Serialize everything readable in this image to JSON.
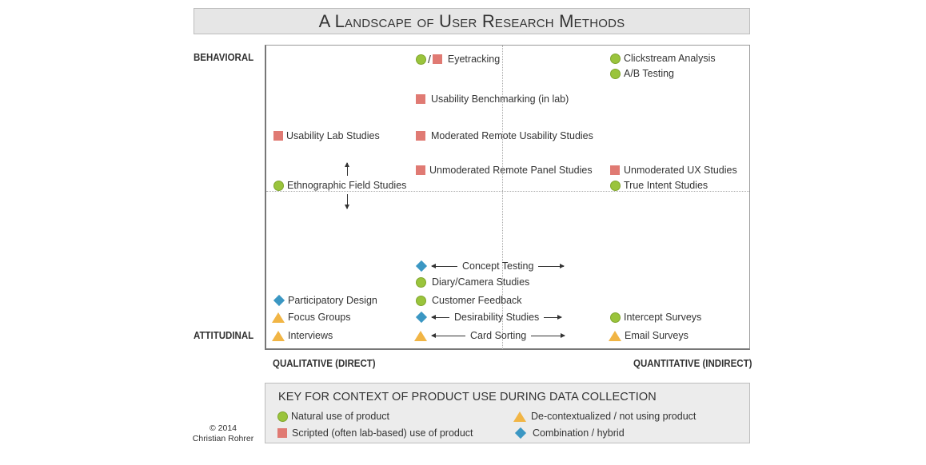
{
  "title": "A Landscape of User Research Methods",
  "axes": {
    "top": "BEHAVIORAL",
    "bottom": "ATTITUDINAL",
    "left": "QUALITATIVE (DIRECT)",
    "right": "QUANTITATIVE (INDIRECT)"
  },
  "methods": {
    "eyetracking": "Eyetracking",
    "clickstream": "Clickstream Analysis",
    "ab_testing": "A/B Testing",
    "usability_benchmarking": "Usability Benchmarking (in lab)",
    "usability_lab": "Usability Lab Studies",
    "moderated_remote": "Moderated Remote Usability Studies",
    "unmoderated_panel": "Unmoderated Remote Panel Studies",
    "unmoderated_ux": "Unmoderated UX Studies",
    "ethnographic": "Ethnographic Field Studies",
    "true_intent": "True Intent Studies",
    "concept_testing": "Concept Testing",
    "diary": "Diary/Camera Studies",
    "customer_feedback": "Customer Feedback",
    "participatory": "Participatory Design",
    "focus_groups": "Focus Groups",
    "desirability": "Desirability Studies",
    "intercept": "Intercept Surveys",
    "interviews": "Interviews",
    "card_sorting": "Card Sorting",
    "email_surveys": "Email Surveys"
  },
  "key": {
    "title": "KEY FOR CONTEXT OF PRODUCT USE DURING DATA COLLECTION",
    "natural": "Natural use of product",
    "scripted": "Scripted (often lab-based) use of product",
    "decontextualized": "De-contextualized / not using product",
    "combination": "Combination / hybrid"
  },
  "copyright_year": "© 2014",
  "copyright_author": "Christian Rohrer",
  "colors": {
    "natural": "#9ac43c",
    "scripted": "#e07a73",
    "decontextualized": "#f1b545",
    "combination": "#3b97c3"
  },
  "icons": {
    "natural": "green-circle",
    "scripted": "red-square",
    "decontextualized": "orange-triangle",
    "combination": "blue-diamond"
  }
}
